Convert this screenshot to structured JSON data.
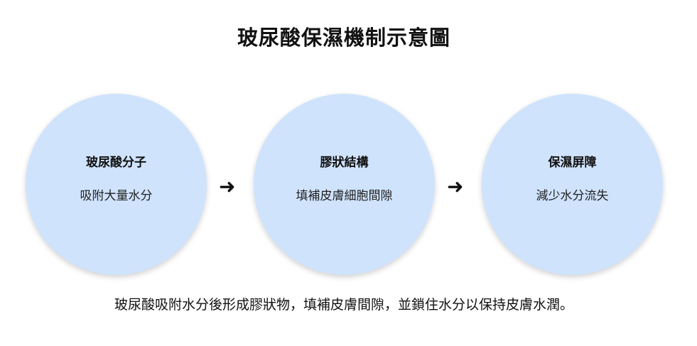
{
  "title": "玻尿酸保濕機制示意圖",
  "steps": [
    {
      "title": "玻尿酸分子",
      "description": "吸附大量水分"
    },
    {
      "title": "膠狀結構",
      "description": "填補皮膚細胞間隙"
    },
    {
      "title": "保濕屏障",
      "description": "減少水分流失"
    }
  ],
  "arrow": "➜",
  "caption": "玻尿酸吸附水分後形成膠狀物，填補皮膚間隙，並鎖住水分以保持皮膚水潤。",
  "colors": {
    "circle": "#cfe3fc"
  }
}
